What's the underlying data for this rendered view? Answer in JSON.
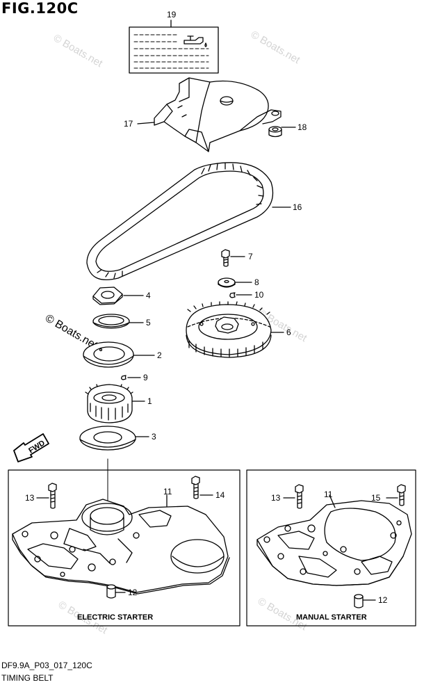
{
  "figure": {
    "title": "FIG.120C",
    "code": "DF9.9A_P03_017_120C",
    "name": "TIMING BELT"
  },
  "direction_arrow": {
    "label": "FWD"
  },
  "sections": {
    "electric": {
      "label": "ELECTRIC STARTER"
    },
    "manual": {
      "label": "MANUAL STARTER"
    }
  },
  "watermark": {
    "text": "© Boats.net"
  },
  "callouts": {
    "c19": "19",
    "c17": "17",
    "c18": "18",
    "c16": "16",
    "c7": "7",
    "c8": "8",
    "c10": "10",
    "c4": "4",
    "c5": "5",
    "c6": "6",
    "c2": "2",
    "c9": "9",
    "c1": "1",
    "c3": "3",
    "e11": "11",
    "e13": "13",
    "e14": "14",
    "e12": "12",
    "m13": "13",
    "m11": "11",
    "m15": "15",
    "m12": "12"
  }
}
